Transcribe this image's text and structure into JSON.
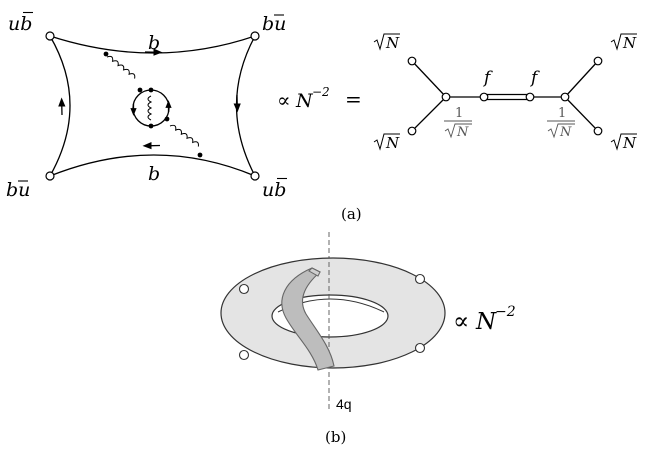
{
  "panel_a": {
    "corners": {
      "top_left": {
        "base": "u",
        "bar": "b"
      },
      "top_right": {
        "base": "b",
        "bar": "u"
      },
      "bottom_left": {
        "base": "b",
        "bar": "u"
      },
      "bottom_right": {
        "base": "u",
        "bar": "b"
      }
    },
    "quark_top": "b",
    "quark_bottom": "b",
    "proportional": "∝",
    "n": "N",
    "exponent": "−2",
    "equals": "=",
    "sqrt_n": "N",
    "one": "1",
    "f_left": "f",
    "f_right": "f",
    "caption": "(a)"
  },
  "panel_b": {
    "proportional": "∝",
    "n": "N",
    "exponent": "−2",
    "cut_label": "4q",
    "caption": "(b)"
  }
}
